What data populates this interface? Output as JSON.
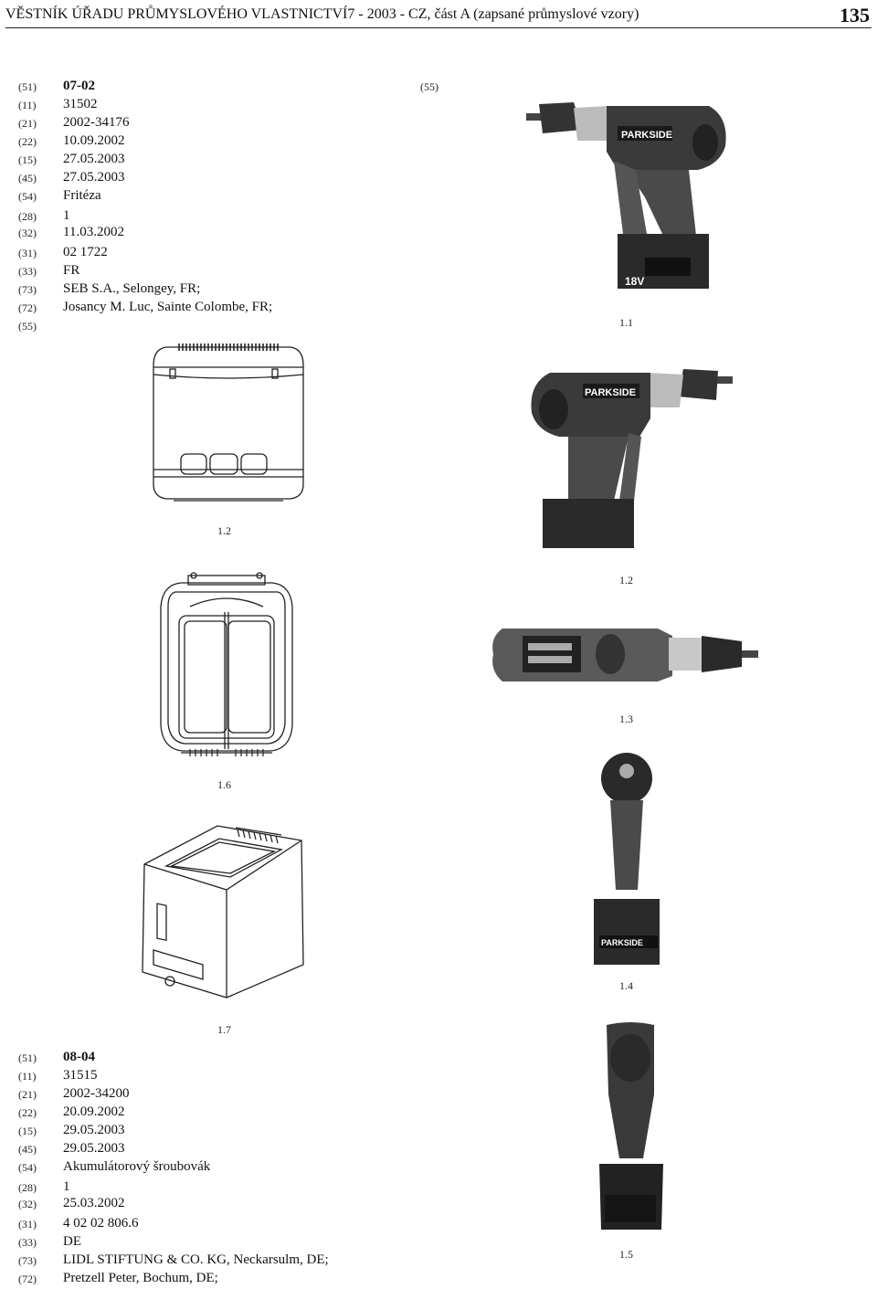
{
  "header": {
    "title": "VĚSTNÍK ÚŘADU PRŮMYSLOVÉHO VLASTNICTVÍ7 - 2003 - CZ, část A (zapsané průmyslové vzory)",
    "page_number": "135"
  },
  "record1": {
    "fields": [
      {
        "code": "(51)",
        "value": "07-02",
        "bold": true
      },
      {
        "code": "(11)",
        "value": "31502"
      },
      {
        "code": "(21)",
        "value": "2002-34176"
      },
      {
        "code": "(22)",
        "value": "10.09.2002"
      },
      {
        "code": "(15)",
        "value": "27.05.2003"
      },
      {
        "code": "(45)",
        "value": "27.05.2003"
      },
      {
        "code": "(54)",
        "value": "Fritéza"
      },
      {
        "code": "(28)",
        "value": "1"
      },
      {
        "code": "(32)",
        "value": "11.03.2002"
      },
      {
        "code": "(31)",
        "value": "02 1722"
      },
      {
        "code": "(33)",
        "value": "FR"
      },
      {
        "code": "(73)",
        "value": "SEB S.A., Selongey, FR;"
      },
      {
        "code": "(72)",
        "value": "Josancy M. Luc, Sainte Colombe, FR;"
      },
      {
        "code": "(55)",
        "value": ""
      }
    ],
    "figure_labels": {
      "fig_a": "1.2",
      "fig_b": "1.6",
      "fig_c": "1.7"
    }
  },
  "record2": {
    "fields": [
      {
        "code": "(51)",
        "value": "08-04",
        "bold": true
      },
      {
        "code": "(11)",
        "value": "31515"
      },
      {
        "code": "(21)",
        "value": "2002-34200"
      },
      {
        "code": "(22)",
        "value": "20.09.2002"
      },
      {
        "code": "(15)",
        "value": "29.05.2003"
      },
      {
        "code": "(45)",
        "value": "29.05.2003"
      },
      {
        "code": "(54)",
        "value": "Akumulátorový šroubovák"
      },
      {
        "code": "(28)",
        "value": "1"
      },
      {
        "code": "(32)",
        "value": "25.03.2002"
      },
      {
        "code": "(31)",
        "value": "4 02 02 806.6"
      },
      {
        "code": "(33)",
        "value": "DE"
      },
      {
        "code": "(73)",
        "value": "LIDL STIFTUNG & CO. KG, Neckarsulm, DE;"
      },
      {
        "code": "(72)",
        "value": "Pretzell Peter, Bochum, DE;"
      }
    ],
    "section_code": "(55)",
    "figure_labels": {
      "fig_1": "1.1",
      "fig_2": "1.2",
      "fig_3": "1.3",
      "fig_4": "1.4",
      "fig_5": "1.5"
    },
    "brand_text": "PARKSIDE",
    "battery_text": "18V"
  }
}
